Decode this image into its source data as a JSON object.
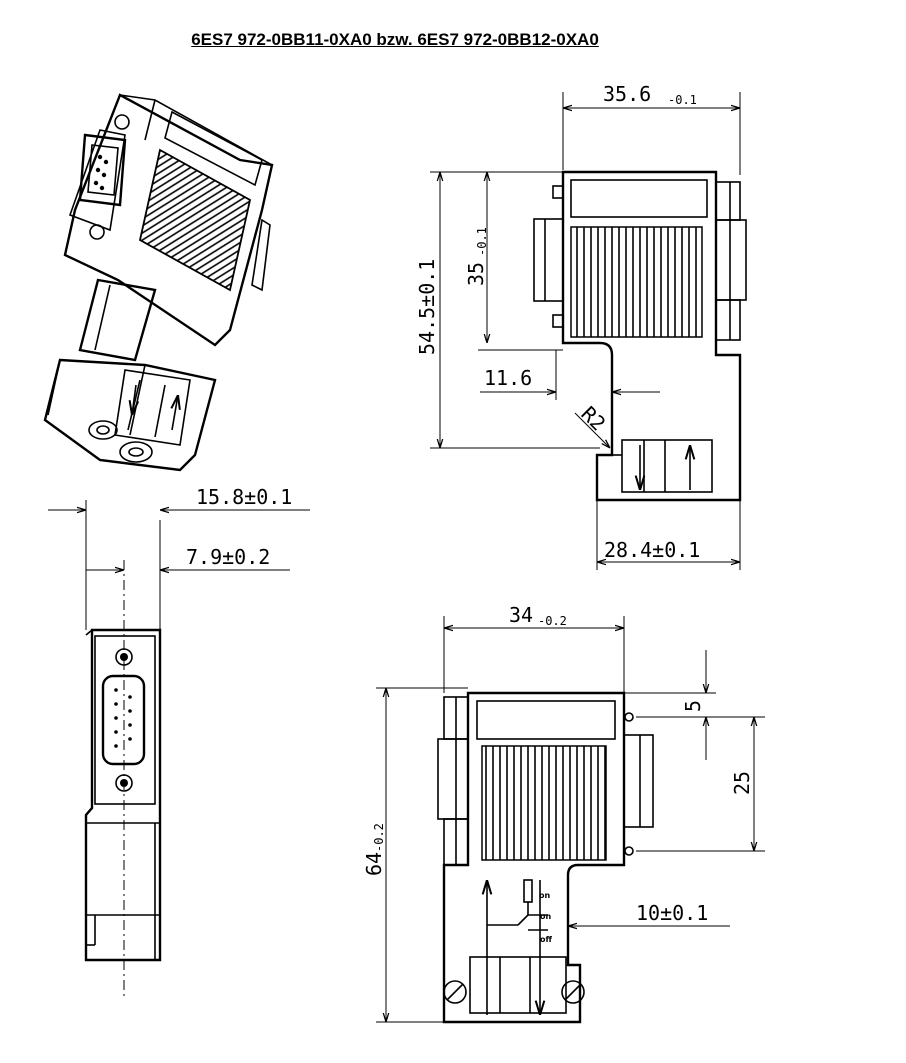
{
  "title": "6ES7 972-0BB11-0XA0 bzw. 6ES7 972-0BB12-0XA0",
  "dimensions": {
    "top_width": "35.6",
    "top_width_tol": "-0.1",
    "overall_height": "54.5±0.1",
    "upper_height": "35",
    "upper_height_tol": "-0.1",
    "step_offset": "11.6",
    "radius": "R2",
    "bottom_width": "28.4±0.1",
    "side_depth": "15.8±0.1",
    "side_half_depth": "7.9±0.2",
    "front_width": "34",
    "front_width_tol": "-0.2",
    "front_height": "64",
    "front_height_tol": "-0.2",
    "screw_offset": "5",
    "screw_spacing": "25",
    "switch_offset": "10±0.1"
  },
  "switch_labels": {
    "on": "on",
    "off": "off"
  }
}
